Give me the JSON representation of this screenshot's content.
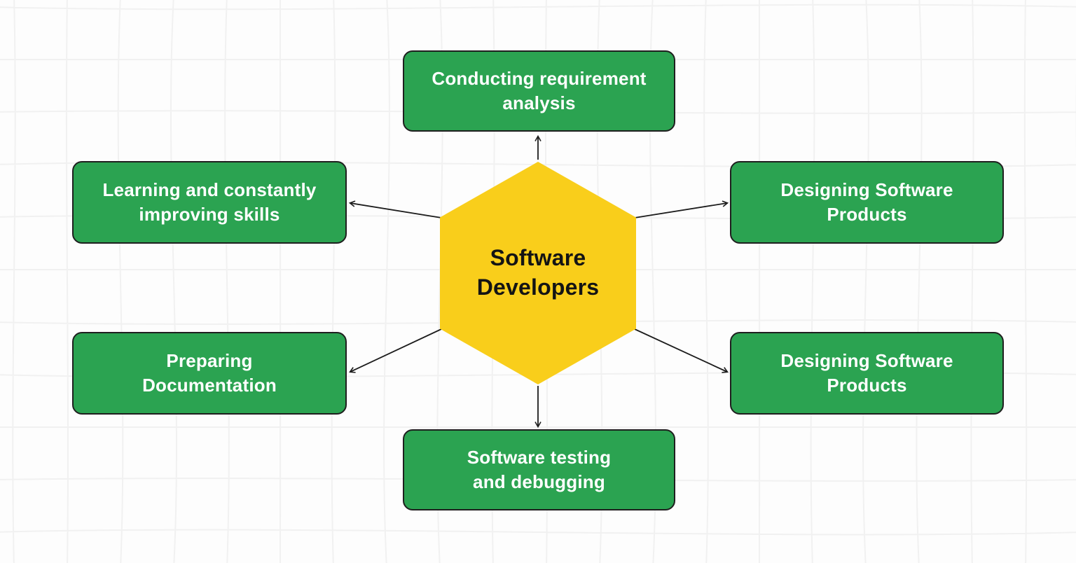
{
  "theme": {
    "background": "#fdfdfd",
    "grid_line": "#f1f1f1",
    "node_fill": "#2BA351",
    "node_border": "#1F1F1F",
    "node_text_color": "#ffffff",
    "hex_fill": "#F9CE1B",
    "hex_text_color": "#141414",
    "arrow_color": "#1c1c1c"
  },
  "diagram": {
    "type": "concept-map",
    "center": {
      "id": "software-developers",
      "label": "Software\nDevelopers",
      "shape": "hexagon"
    },
    "nodes": [
      {
        "id": "conducting-requirement-analysis",
        "label": "Conducting requirement\nanalysis",
        "position": "top"
      },
      {
        "id": "learning-and-constantly-improving-skills",
        "label": "Learning and constantly\nimproving skills",
        "position": "top-left"
      },
      {
        "id": "designing-software-products-1",
        "label": "Designing Software\nProducts",
        "position": "top-right"
      },
      {
        "id": "preparing-documentation",
        "label": "Preparing\nDocumentation",
        "position": "bottom-left"
      },
      {
        "id": "designing-software-products-2",
        "label": "Designing Software\nProducts",
        "position": "bottom-right"
      },
      {
        "id": "software-testing-and-debugging",
        "label": "Software testing\nand debugging",
        "position": "bottom"
      }
    ],
    "edges": [
      {
        "from": "software-developers",
        "to": "conducting-requirement-analysis",
        "arrow": "outward"
      },
      {
        "from": "software-developers",
        "to": "learning-and-constantly-improving-skills",
        "arrow": "outward"
      },
      {
        "from": "software-developers",
        "to": "designing-software-products-1",
        "arrow": "outward"
      },
      {
        "from": "software-developers",
        "to": "preparing-documentation",
        "arrow": "outward"
      },
      {
        "from": "software-developers",
        "to": "designing-software-products-2",
        "arrow": "outward"
      },
      {
        "from": "software-developers",
        "to": "software-testing-and-debugging",
        "arrow": "outward"
      }
    ]
  }
}
